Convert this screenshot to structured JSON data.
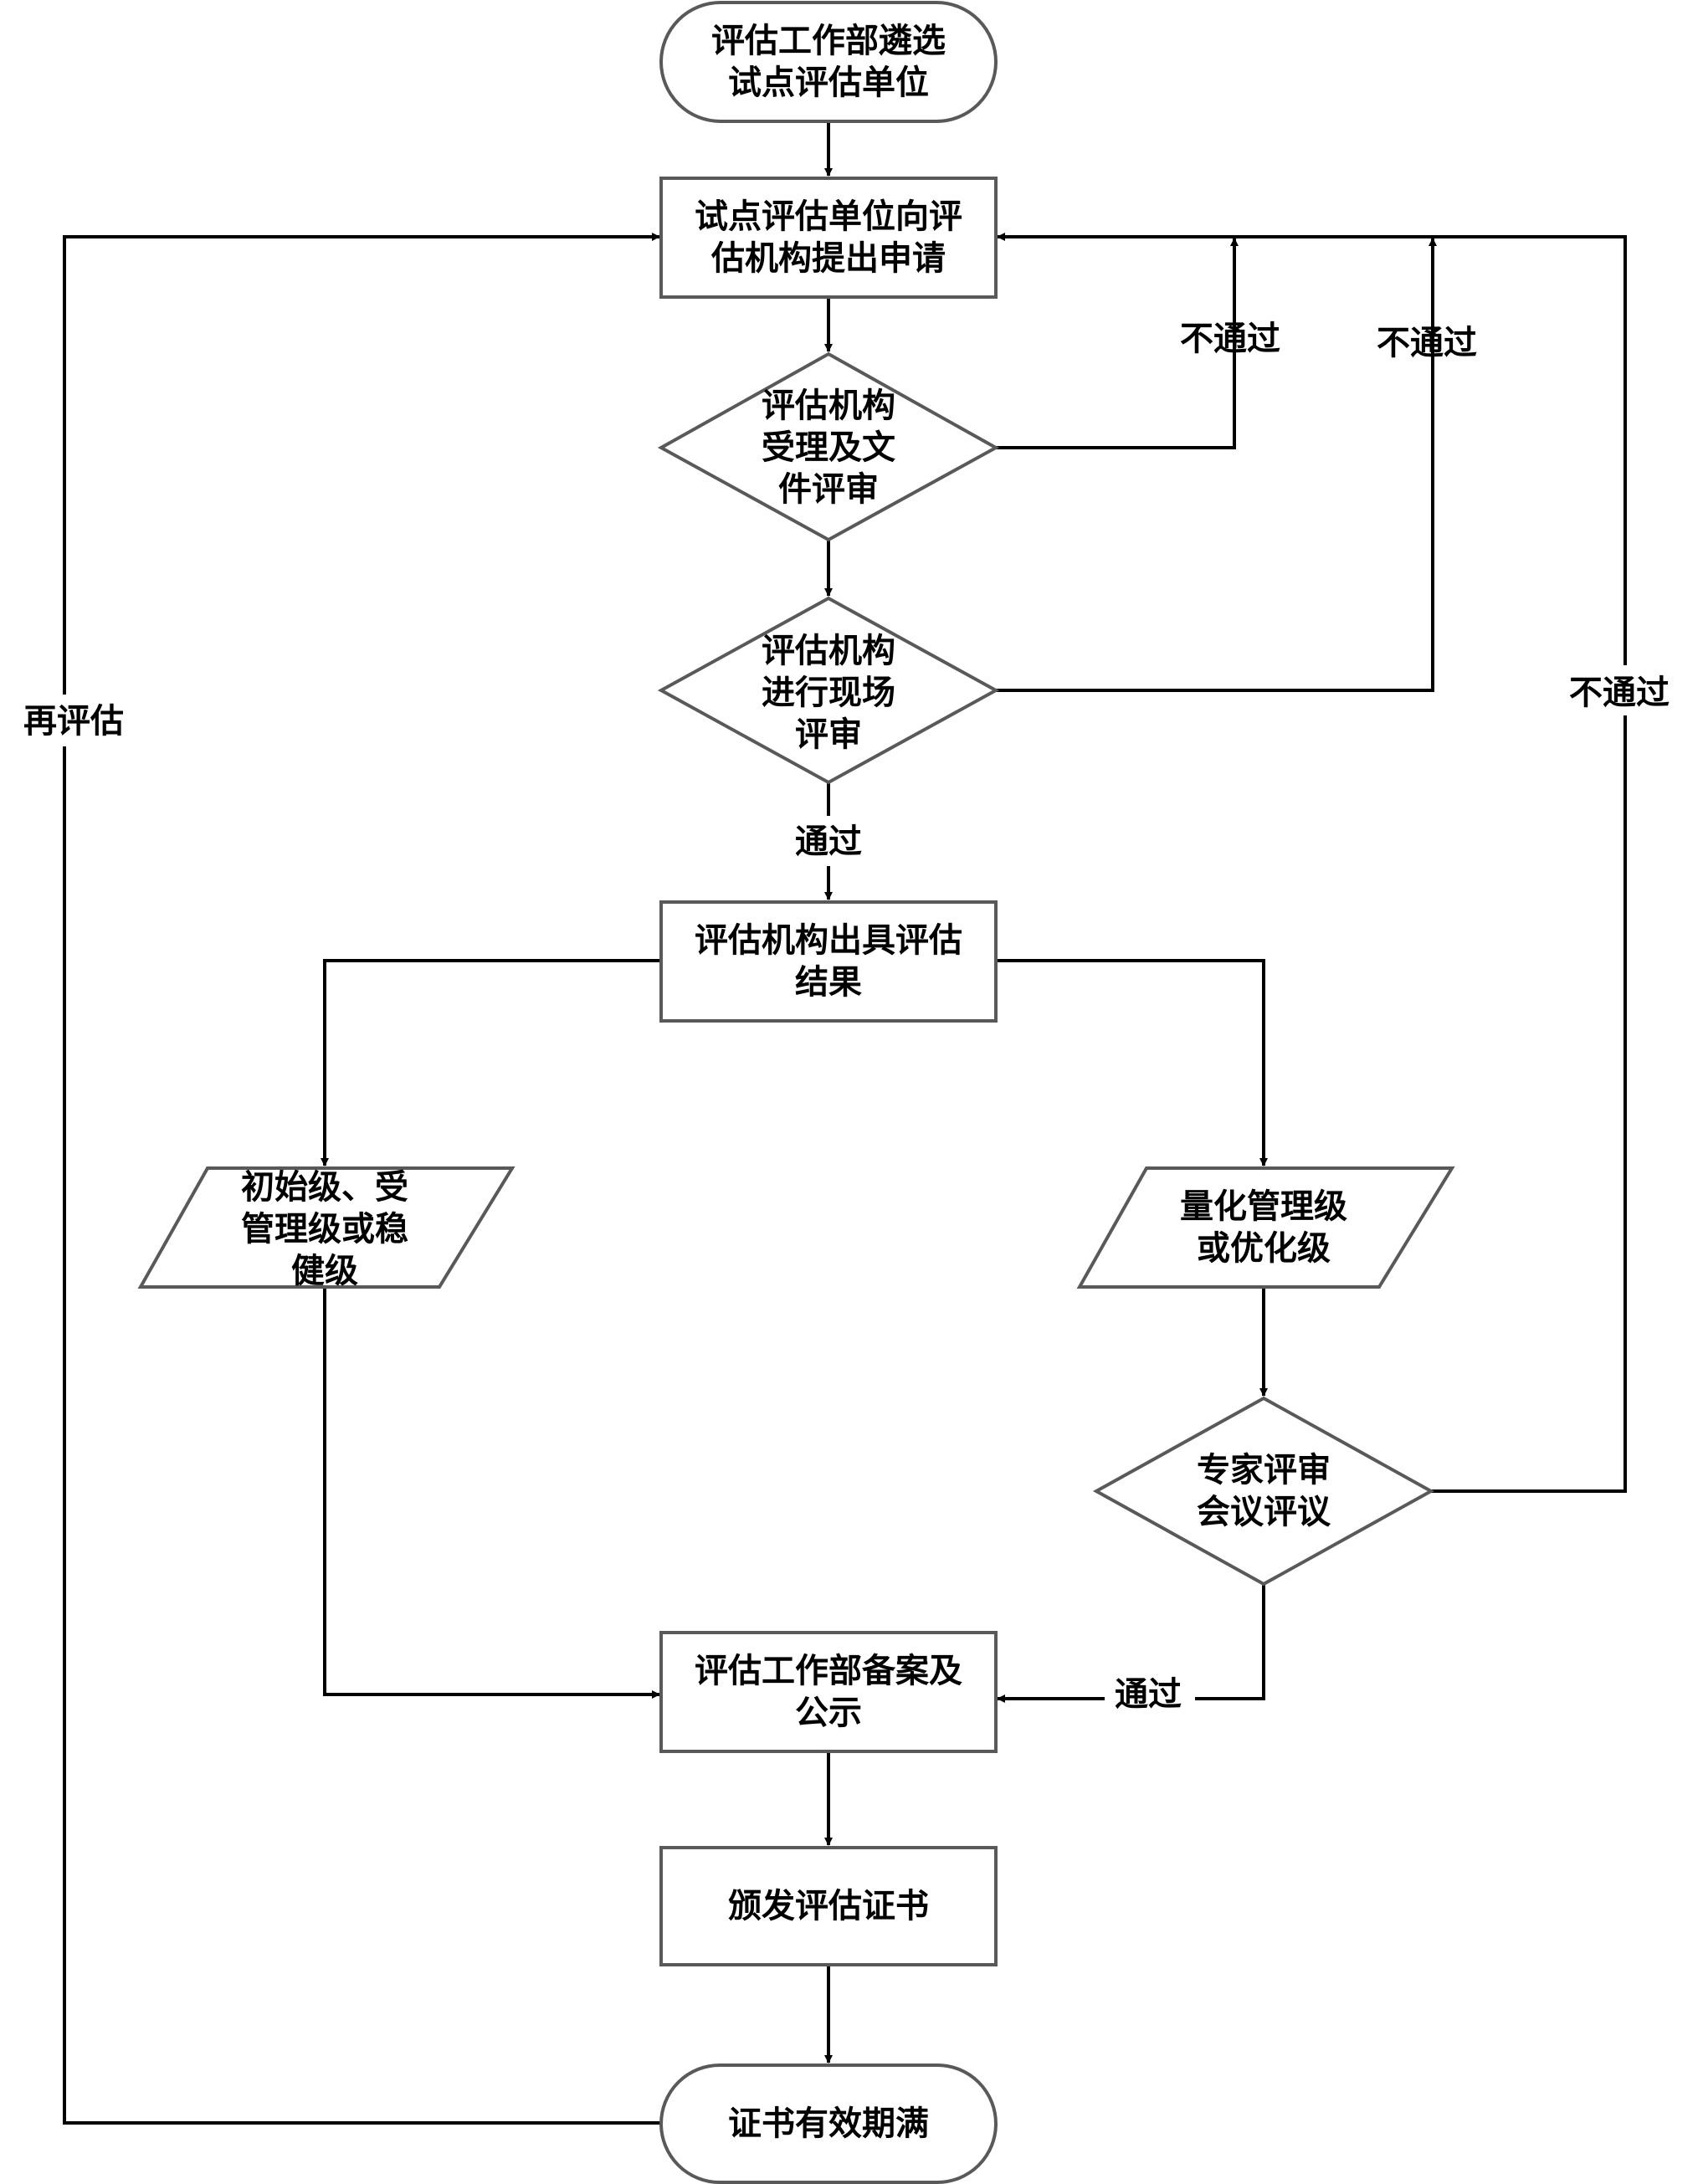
{
  "nodes": {
    "start": {
      "lines": [
        "评估工作部遴选",
        "试点评估单位"
      ]
    },
    "apply": {
      "lines": [
        "试点评估单位向评",
        "估机构提出申请"
      ]
    },
    "doc_review": {
      "lines": [
        "评估机构",
        "受理及文",
        "件评审"
      ]
    },
    "site_review": {
      "lines": [
        "评估机构",
        "进行现场",
        "评审"
      ]
    },
    "result": {
      "lines": [
        "评估机构出具评估",
        "结果"
      ]
    },
    "low_levels": {
      "lines": [
        "初始级、受",
        "管理级或稳",
        "健级"
      ]
    },
    "high_levels": {
      "lines": [
        "量化管理级",
        "或优化级"
      ]
    },
    "expert_review": {
      "lines": [
        "专家评审",
        "会议评议"
      ]
    },
    "filing": {
      "lines": [
        "评估工作部备案及",
        "公示"
      ]
    },
    "certificate": {
      "lines": [
        "颁发评估证书"
      ]
    },
    "expiry": {
      "lines": [
        "证书有效期满"
      ]
    }
  },
  "edge_labels": {
    "doc_fail": "不通过",
    "site_fail": "不通过",
    "expert_fail": "不通过",
    "site_pass": "通过",
    "expert_pass": "通过",
    "reassess": "再评估"
  },
  "colors": {
    "node_border": "#595959",
    "edge": "#000000",
    "text": "#000000",
    "background": "#ffffff"
  }
}
